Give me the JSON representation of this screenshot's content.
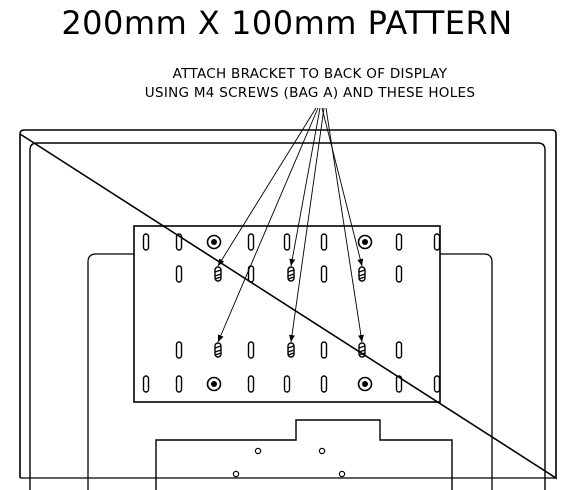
{
  "title": "200mm X 100mm PATTERN",
  "instruction": {
    "line1": "ATTACH BRACKET TO BACK OF DISPLAY",
    "line2": "USING M4 SCREWS (BAG A) AND THESE HOLES"
  }
}
